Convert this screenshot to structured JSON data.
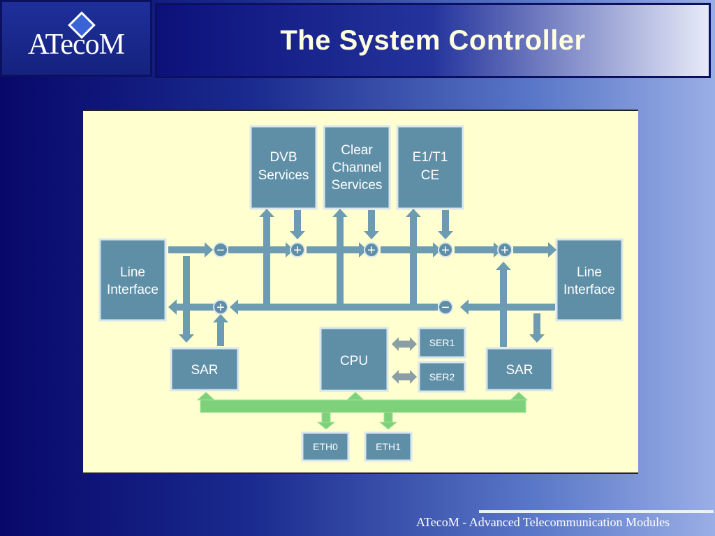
{
  "header": {
    "title": "The System Controller",
    "logo_text": "ATecoM"
  },
  "diagram": {
    "blocks": {
      "dvb": [
        "DVB",
        "Services"
      ],
      "clear": [
        "Clear",
        "Channel",
        "Services"
      ],
      "e1t1": [
        "E1/T1",
        "CE"
      ],
      "line_left": [
        "Line",
        "Interface"
      ],
      "line_right": [
        "Line",
        "Interface"
      ],
      "cpu": "CPU",
      "sar_left": "SAR",
      "sar_right": "SAR",
      "ser1": "SER1",
      "ser2": "SER2",
      "eth0": "ETH0",
      "eth1": "ETH1"
    },
    "operators": {
      "top": [
        "−",
        "+",
        "+",
        "+",
        "+"
      ],
      "bottom": [
        "+",
        "−"
      ]
    }
  },
  "footer": {
    "text": "ATecoM - Advanced Telecommunication Modules"
  },
  "colors": {
    "block_fill": "#5f8fa6",
    "block_border": "#d9e6ee",
    "arrow_fill": "#6c9bb2",
    "bus_green": "#7fd07a",
    "diagram_bg": "#ffffd0"
  }
}
